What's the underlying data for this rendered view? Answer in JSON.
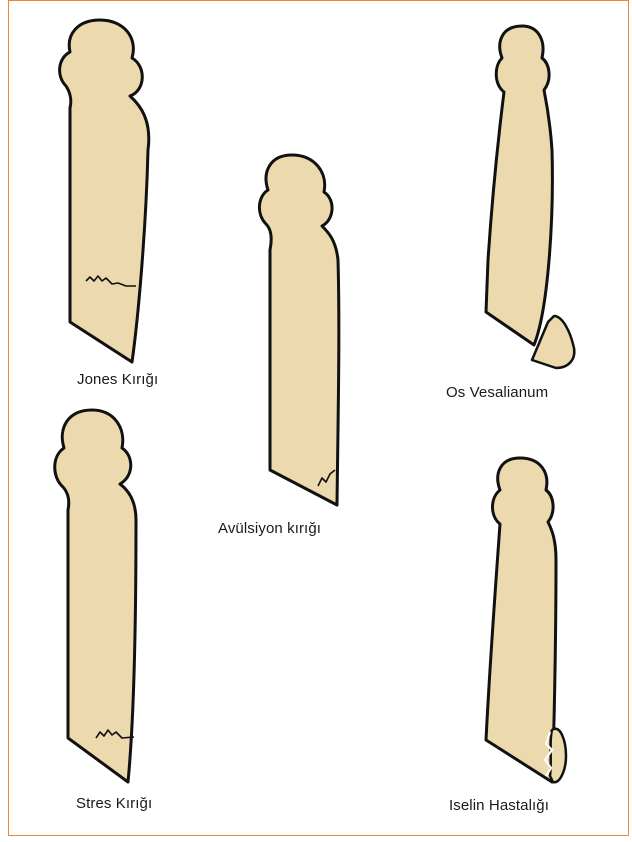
{
  "frame_color": "#e8873a",
  "bone_color": "#ecd9ae",
  "outline_color": "#111111",
  "labels": {
    "jones": "Jones Kırığı",
    "avulsion": "Avülsiyon kırığı",
    "os_vesalianum": "Os Vesalianum",
    "stress": "Stres Kırığı",
    "iselin": "Iselin Hastalığı"
  }
}
